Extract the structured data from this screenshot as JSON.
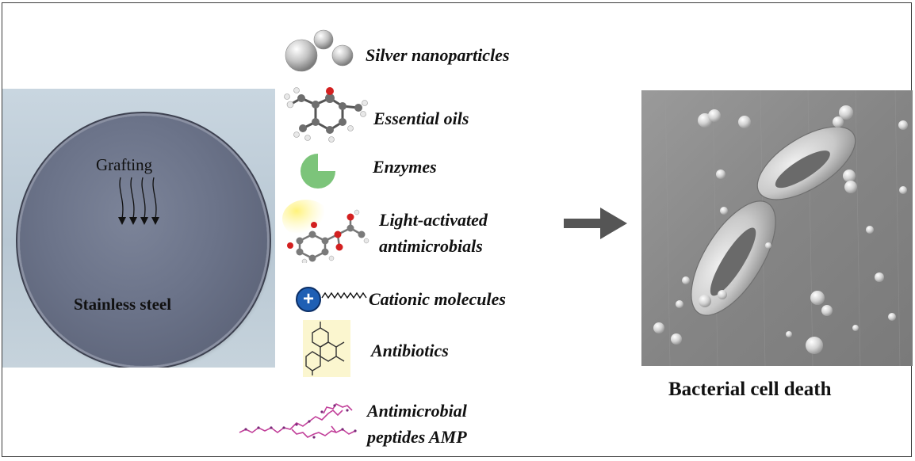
{
  "left_panel": {
    "grafting_label": "Grafting",
    "substrate_label": "Stainless steel"
  },
  "agents": [
    {
      "label": "Silver nanoparticles",
      "icon": "silver-nanoparticles-icon"
    },
    {
      "label": "Essential oils",
      "icon": "essential-oil-molecule-icon"
    },
    {
      "label": "Enzymes",
      "icon": "enzyme-icon"
    },
    {
      "label_line1": "Light-activated",
      "label_line2": "antimicrobials",
      "icon": "light-activated-molecule-icon"
    },
    {
      "label": "Cationic molecules",
      "icon": "cationic-molecule-icon",
      "charge_symbol": "+"
    },
    {
      "label": "Antibiotics",
      "icon": "antibiotic-structure-icon"
    },
    {
      "label_line1": "Antimicrobial",
      "label_line2": "peptides AMP",
      "icon": "peptide-chain-icon"
    }
  ],
  "result": {
    "label": "Bacterial cell death"
  },
  "colors": {
    "enzyme_green": "#7cc47a",
    "cation_blue": "#1f5fb4",
    "arrow_gray": "#555555",
    "peptide_magenta": "#c2409a",
    "antibiotic_bg": "#fbf6cf"
  }
}
